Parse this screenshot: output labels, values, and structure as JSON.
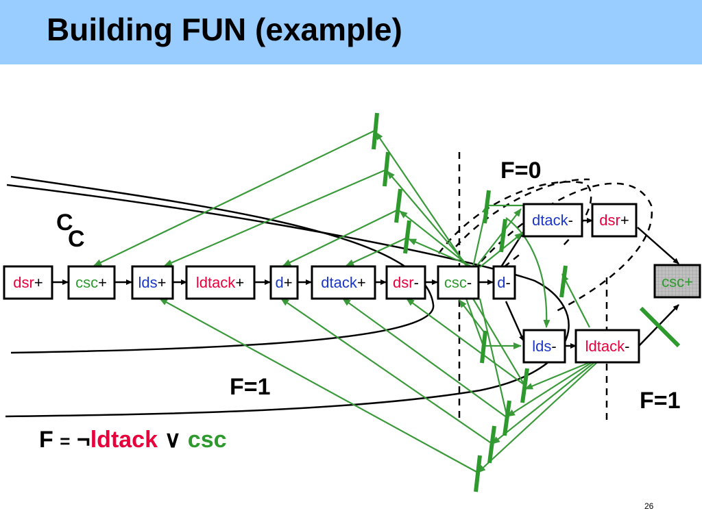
{
  "slide": {
    "title": "Building FUN (example)",
    "page_number": "26"
  },
  "colors": {
    "header_bg": "#99ccff",
    "signal_red": "#e8003d",
    "signal_blue": "#1a36c8",
    "signal_green": "#2e9a2e",
    "arc_green": "#3a9a3a",
    "grey_node": "#c0c0c0"
  },
  "nodes": [
    {
      "id": "n-dsr-plus",
      "signal": "dsr",
      "pol": "+",
      "color": "red"
    },
    {
      "id": "n-csc-plus",
      "signal": "csc",
      "pol": "+",
      "color": "green"
    },
    {
      "id": "n-lds-plus",
      "signal": "lds",
      "pol": "+",
      "color": "blue"
    },
    {
      "id": "n-ldtack-plus",
      "signal": "ldtack",
      "pol": "+",
      "color": "red"
    },
    {
      "id": "n-d-plus",
      "signal": "d",
      "pol": "+",
      "color": "blue"
    },
    {
      "id": "n-dtack-plus",
      "signal": "dtack",
      "pol": "+",
      "color": "blue"
    },
    {
      "id": "n-dsr-minus",
      "signal": "dsr",
      "pol": "-",
      "color": "red"
    },
    {
      "id": "n-csc-minus",
      "signal": "csc",
      "pol": "-",
      "color": "green"
    },
    {
      "id": "n-d-minus",
      "signal": "d",
      "pol": "-",
      "color": "blue"
    },
    {
      "id": "n-dtack-minus",
      "signal": "dtack",
      "pol": "-",
      "color": "blue"
    },
    {
      "id": "n-dsr-plus-2",
      "signal": "dsr",
      "pol": "+",
      "color": "red"
    },
    {
      "id": "n-lds-minus",
      "signal": "lds",
      "pol": "-",
      "color": "blue"
    },
    {
      "id": "n-ldtack-minus",
      "signal": "ldtack",
      "pol": "-",
      "color": "red"
    },
    {
      "id": "n-csc-plus-2",
      "signal": "csc",
      "pol": "+",
      "color": "green"
    }
  ],
  "labels": {
    "f0": "F=0",
    "f1_left": "F=1",
    "f1_right": "F=1",
    "c_upper": "C",
    "c_lower": "C"
  },
  "equation": {
    "lhs": "F",
    "eq": "=",
    "neg": "¬",
    "term1": "ldtack",
    "or": "∨",
    "term2": "csc"
  }
}
